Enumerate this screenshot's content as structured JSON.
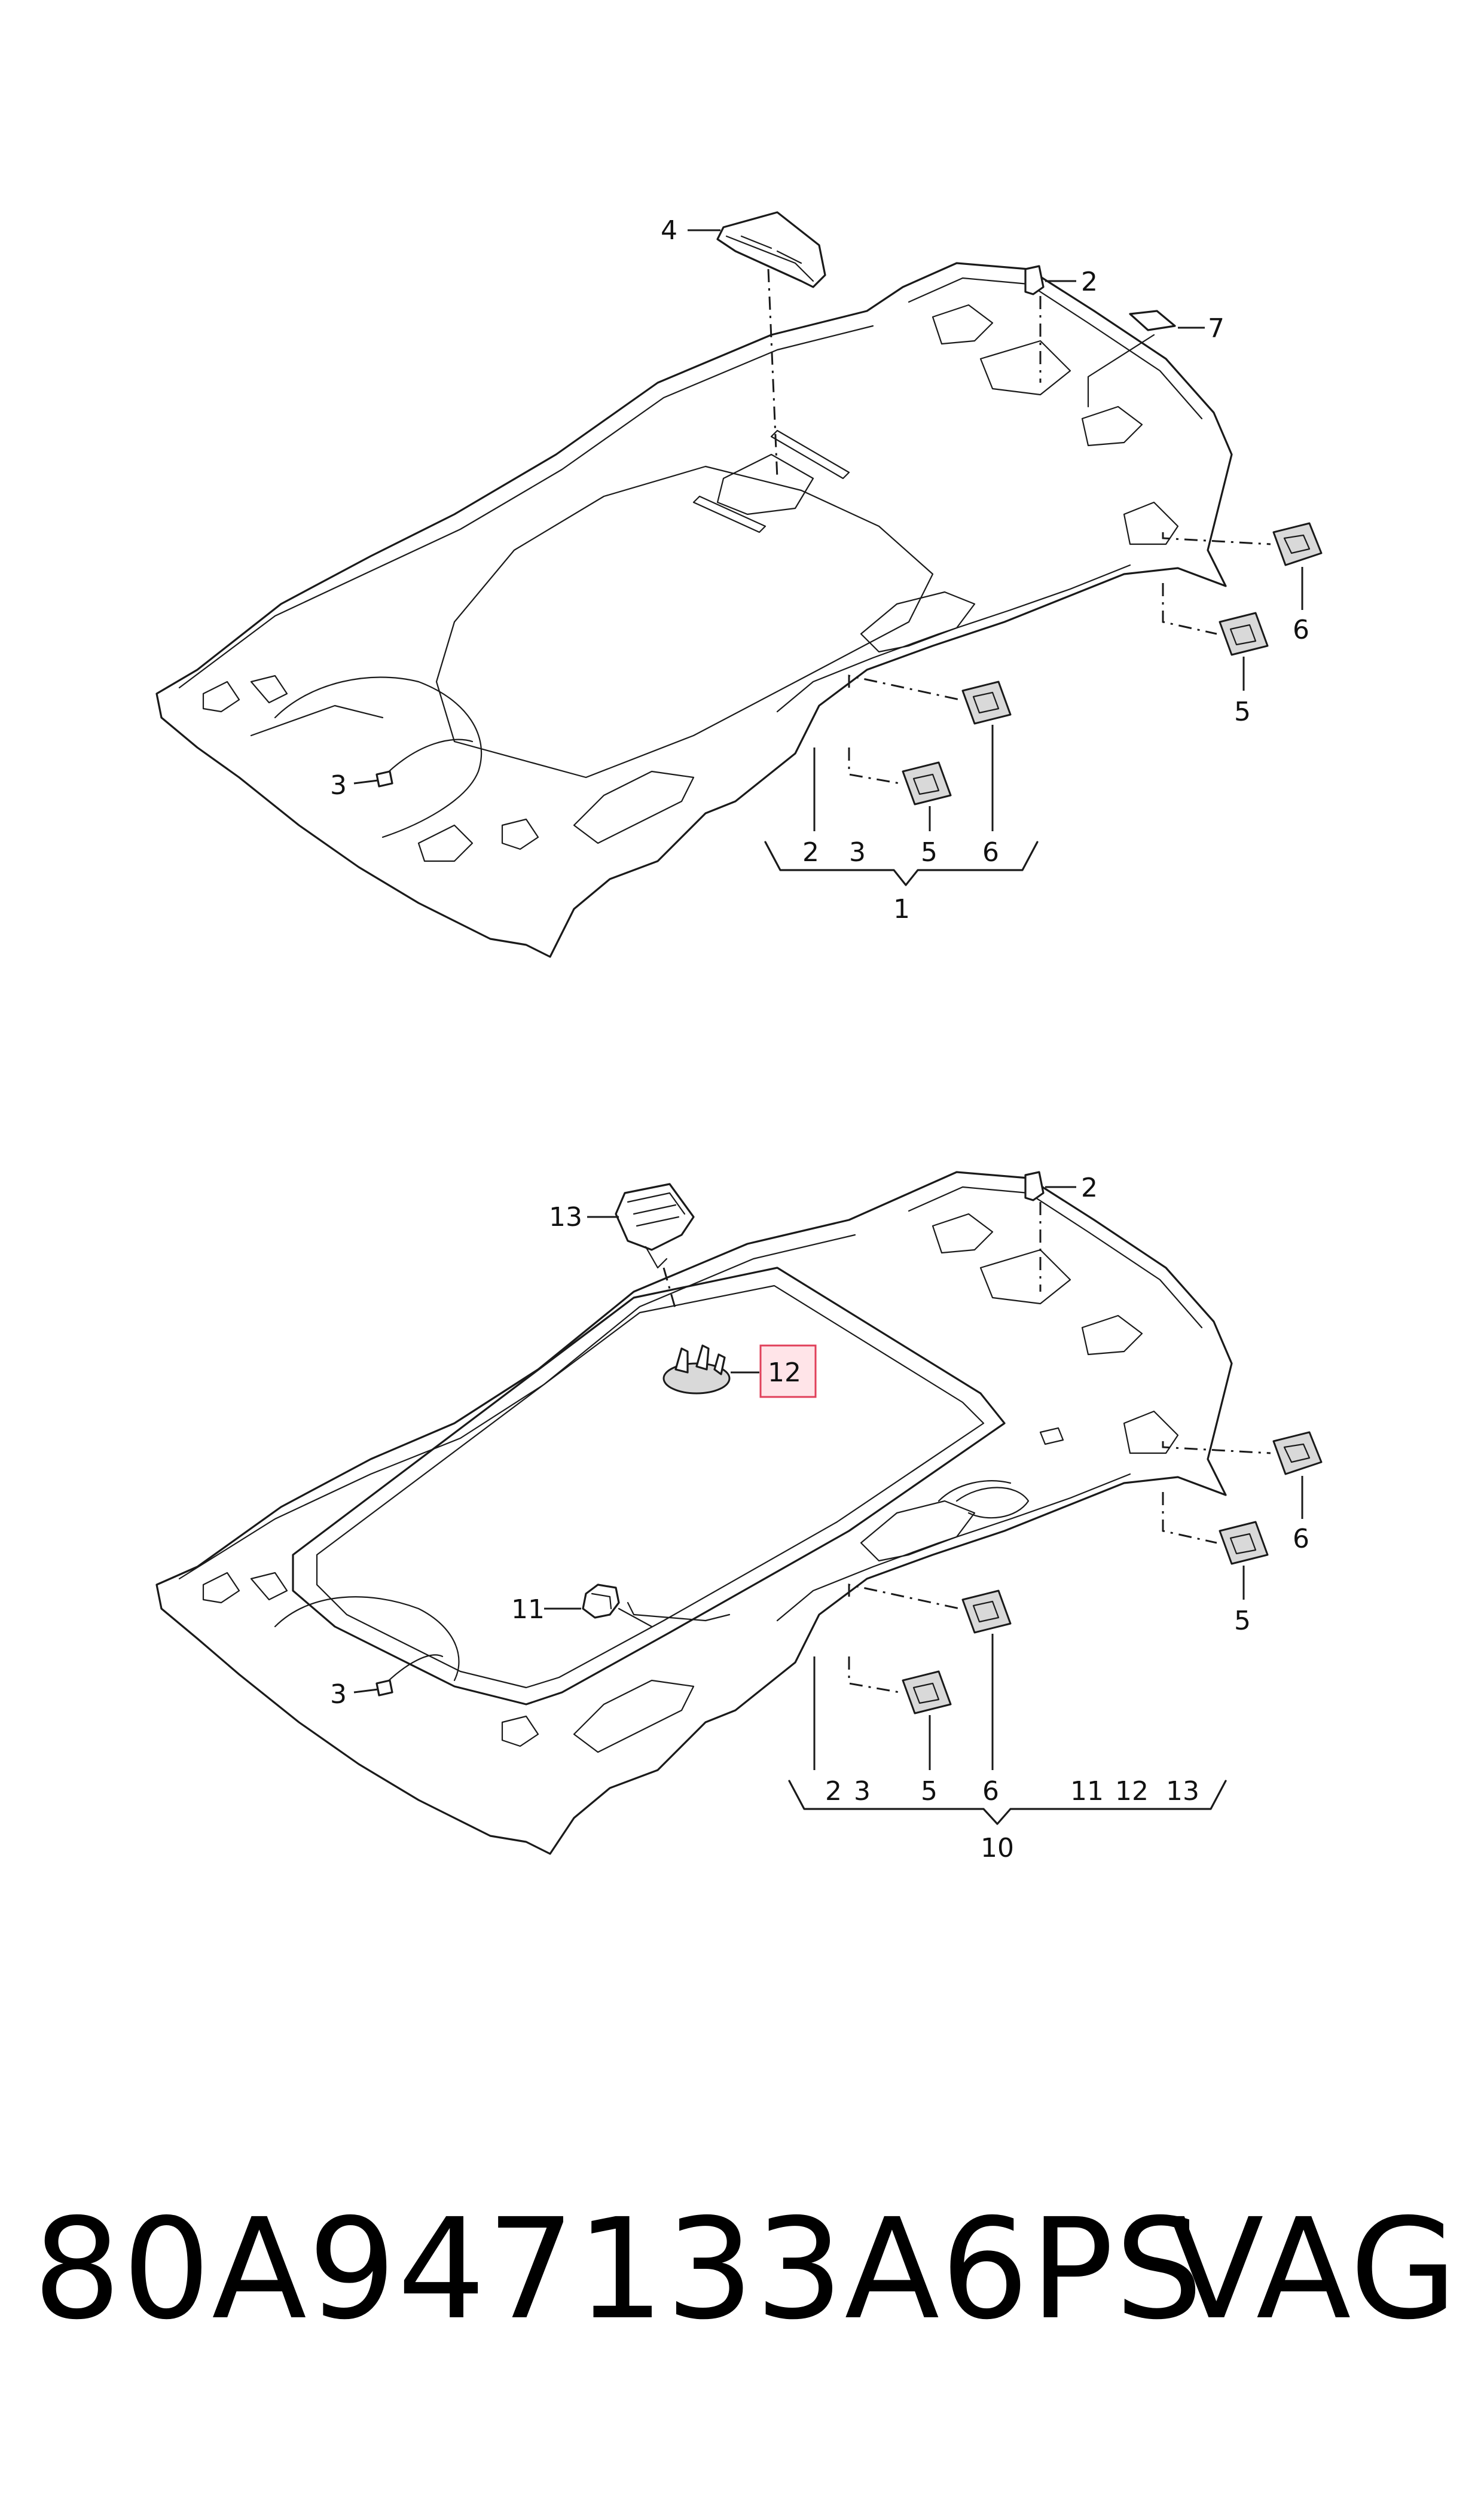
{
  "diagram": {
    "top_assembly": {
      "callouts": {
        "c4": "4",
        "c2": "2",
        "c7": "7",
        "c3": "3",
        "c6a": "6",
        "c5a": "5",
        "c6b": "6",
        "c5b": "5"
      },
      "bracket_items": [
        "2",
        "3",
        "5",
        "6"
      ],
      "bracket_label": "1"
    },
    "bottom_assembly": {
      "callouts": {
        "c13": "13",
        "c2": "2",
        "c12": "12",
        "c11": "11",
        "c3": "3",
        "c6a": "6",
        "c5a": "5",
        "c6b": "6",
        "c5b": "5"
      },
      "bracket_items": [
        "2",
        "3",
        "5",
        "6",
        "11",
        "12",
        "13"
      ],
      "bracket_label": "10",
      "highlighted_callout": "12"
    }
  },
  "footer": {
    "part_number": "80A947133A6PS",
    "brand": "VAG"
  }
}
